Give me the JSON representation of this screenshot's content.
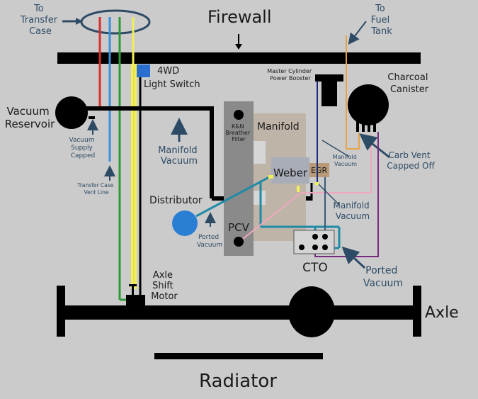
{
  "labels": {
    "firewall": "Firewall",
    "to_transfer_case": [
      "To",
      "Transfer",
      "Case"
    ],
    "to_fuel_tank": [
      "To",
      "Fuel",
      "Tank"
    ],
    "four_wd_switch": [
      "4WD",
      "Light Switch"
    ],
    "master_cylinder": [
      "Master Cylinder",
      "Power Booster"
    ],
    "charcoal_canister": [
      "Charcoal",
      "Canister"
    ],
    "vacuum_reservoir": [
      "Vacuum",
      "Reservoir"
    ],
    "vacuum_supply_capped": [
      "Vacuum",
      "Supply",
      "Capped"
    ],
    "transfer_case_vent": [
      "Transfer Case",
      "Vent Line"
    ],
    "manifold_vacuum_left": [
      "Manifold",
      "Vacuum"
    ],
    "kn_filter": [
      "K&N",
      "Breather",
      "Filter"
    ],
    "manifold": "Manifold",
    "weber": "Weber",
    "egr": "EGR",
    "manifold_vacuum_small": [
      "Manifold",
      "Vacuum"
    ],
    "carb_vent": [
      "Carb Vent",
      "Capped Off"
    ],
    "distributor": "Distributor",
    "ported_vacuum_small": [
      "Ported",
      "Vacuum"
    ],
    "pcv": "PCV",
    "manifold_vacuum_right": [
      "Manifold",
      "Vacuum"
    ],
    "cto": "CTO",
    "ported_vacuum_right": [
      "Ported",
      "Vacuum"
    ],
    "axle_shift_motor": [
      "Axle",
      "Shift",
      "Motor"
    ],
    "axle": "Axle",
    "radiator": "Radiator"
  },
  "colors": {
    "background": "#cbcbcb",
    "line_black": "#000000",
    "red": "#d92c2c",
    "blue": "#3a8fd8",
    "green": "#2f9a3a",
    "yellow": "#f1ee59",
    "orange": "#e6a446",
    "navy": "#1d2a7a",
    "purple": "#7a2a7e",
    "pink": "#f0a8c0",
    "teal": "#1f8aa6",
    "annotation": "#2e4b66",
    "distributor": "#2a7fd4",
    "kn_filter": "#8a8a8a",
    "manifold": "#bfb4a8",
    "weber": "#a9adb8",
    "egr": "#b89a78"
  }
}
